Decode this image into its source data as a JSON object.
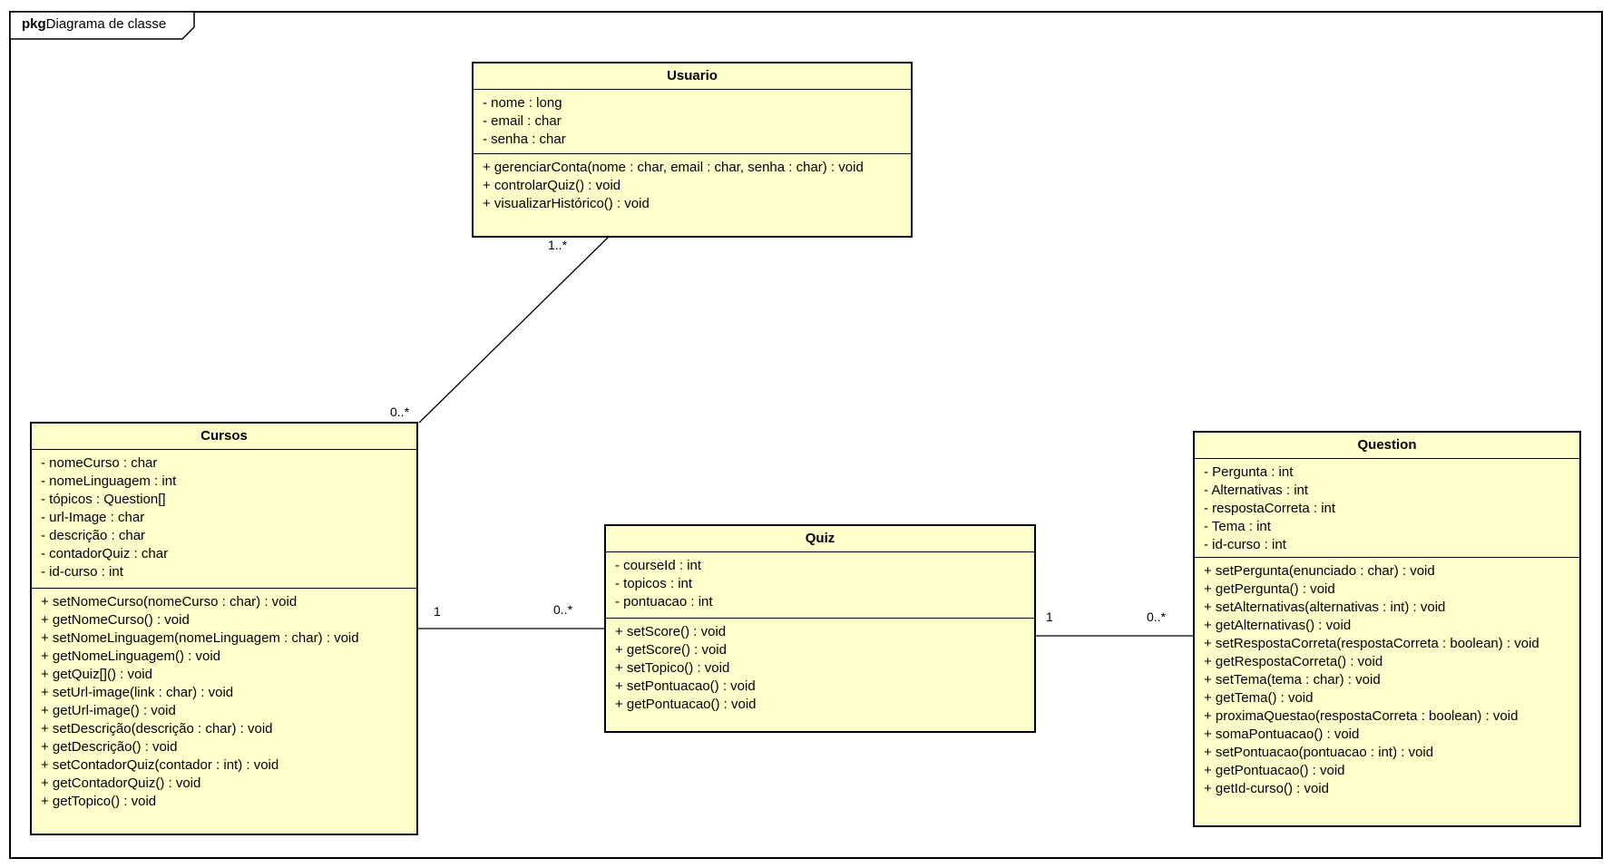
{
  "frame": {
    "tag_keyword": "pkg",
    "tag_title": "Diagrama de classe"
  },
  "colors": {
    "class_fill": "#FFFFCC",
    "border": "#000000",
    "background": "#FFFFFF"
  },
  "classes": [
    {
      "name": "Usuario",
      "attributes": [
        "- nome : long",
        "- email : char",
        "- senha : char"
      ],
      "methods": [
        "+ gerenciarConta(nome : char, email : char, senha : char) : void",
        "+ controlarQuiz() : void",
        "+ visualizarHistórico() : void"
      ]
    },
    {
      "name": "Cursos",
      "attributes": [
        "- nomeCurso : char",
        "- nomeLinguagem : int",
        "- tópicos : Question[]",
        "- url-Image : char",
        "- descrição : char",
        "- contadorQuiz : char",
        "- id-curso : int"
      ],
      "methods": [
        "+ setNomeCurso(nomeCurso : char) : void",
        "+ getNomeCurso() : void",
        "+ setNomeLinguagem(nomeLinguagem : char) : void",
        "+ getNomeLinguagem() : void",
        "+ getQuiz[]() : void",
        "+ setUrl-image(link : char) : void",
        "+ getUrl-image() : void",
        "+ setDescrição(descrição : char) : void",
        "+ getDescrição() : void",
        "+ setContadorQuiz(contador : int) : void",
        "+ getContadorQuiz() : void",
        "+ getTopico() : void"
      ]
    },
    {
      "name": "Quiz",
      "attributes": [
        "- courseId : int",
        "- topicos : int",
        "- pontuacao : int"
      ],
      "methods": [
        "+ setScore() : void",
        "+ getScore() : void",
        "+ setTopico() : void",
        "+ setPontuacao() : void",
        "+ getPontuacao() : void"
      ]
    },
    {
      "name": "Question",
      "attributes": [
        "- Pergunta : int",
        "- Alternativas : int",
        "- respostaCorreta : int",
        "- Tema : int",
        "- id-curso : int"
      ],
      "methods": [
        "+ setPergunta(enunciado : char) : void",
        "+ getPergunta() : void",
        "+ setAlternativas(alternativas : int) : void",
        "+ getAlternativas() : void",
        "+ setRespostaCorreta(respostaCorreta : boolean) : void",
        "+ getRespostaCorreta() : void",
        "+ setTema(tema : char) : void",
        "+ getTema() : void",
        "+ proximaQuestao(respostaCorreta : boolean) : void",
        "+ somaPontuacao() : void",
        "+ setPontuacao(pontuacao : int) : void",
        "+ getPontuacao() : void",
        "+ getId-curso() : void"
      ]
    }
  ],
  "associations": [
    {
      "from": "Usuario",
      "to": "Cursos",
      "from_multiplicity": "1..*",
      "to_multiplicity": "0..*"
    },
    {
      "from": "Cursos",
      "to": "Quiz",
      "from_multiplicity": "1",
      "to_multiplicity": "0..*"
    },
    {
      "from": "Quiz",
      "to": "Question",
      "from_multiplicity": "1",
      "to_multiplicity": "0..*"
    }
  ]
}
